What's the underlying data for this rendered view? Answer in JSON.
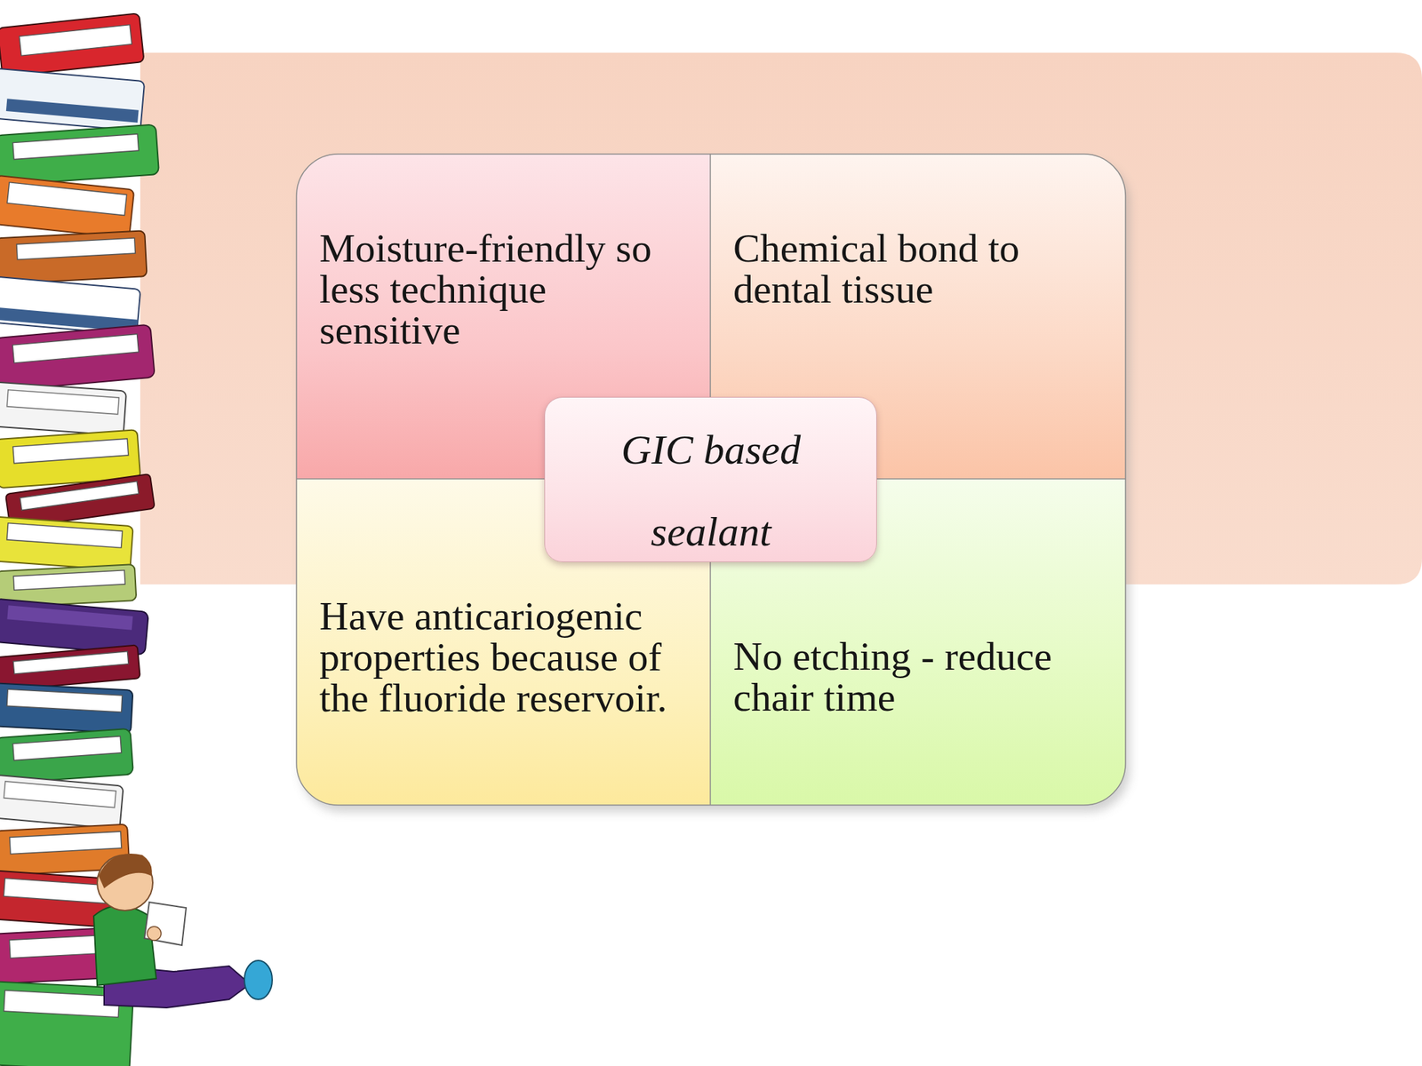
{
  "diagram": {
    "nodes": [
      {
        "text": [
          "Moisture-friendly so less technique sensitive"
        ]
      },
      {
        "text": [
          "Chemical bond to dental tissue"
        ]
      },
      {
        "text": [
          "GIC based sealant"
        ]
      },
      {
        "text": [
          "Have anticariogenic properties because of the fluoride reservoir."
        ]
      },
      {
        "text": [
          "No etching - reduce chair time"
        ]
      }
    ]
  }
}
